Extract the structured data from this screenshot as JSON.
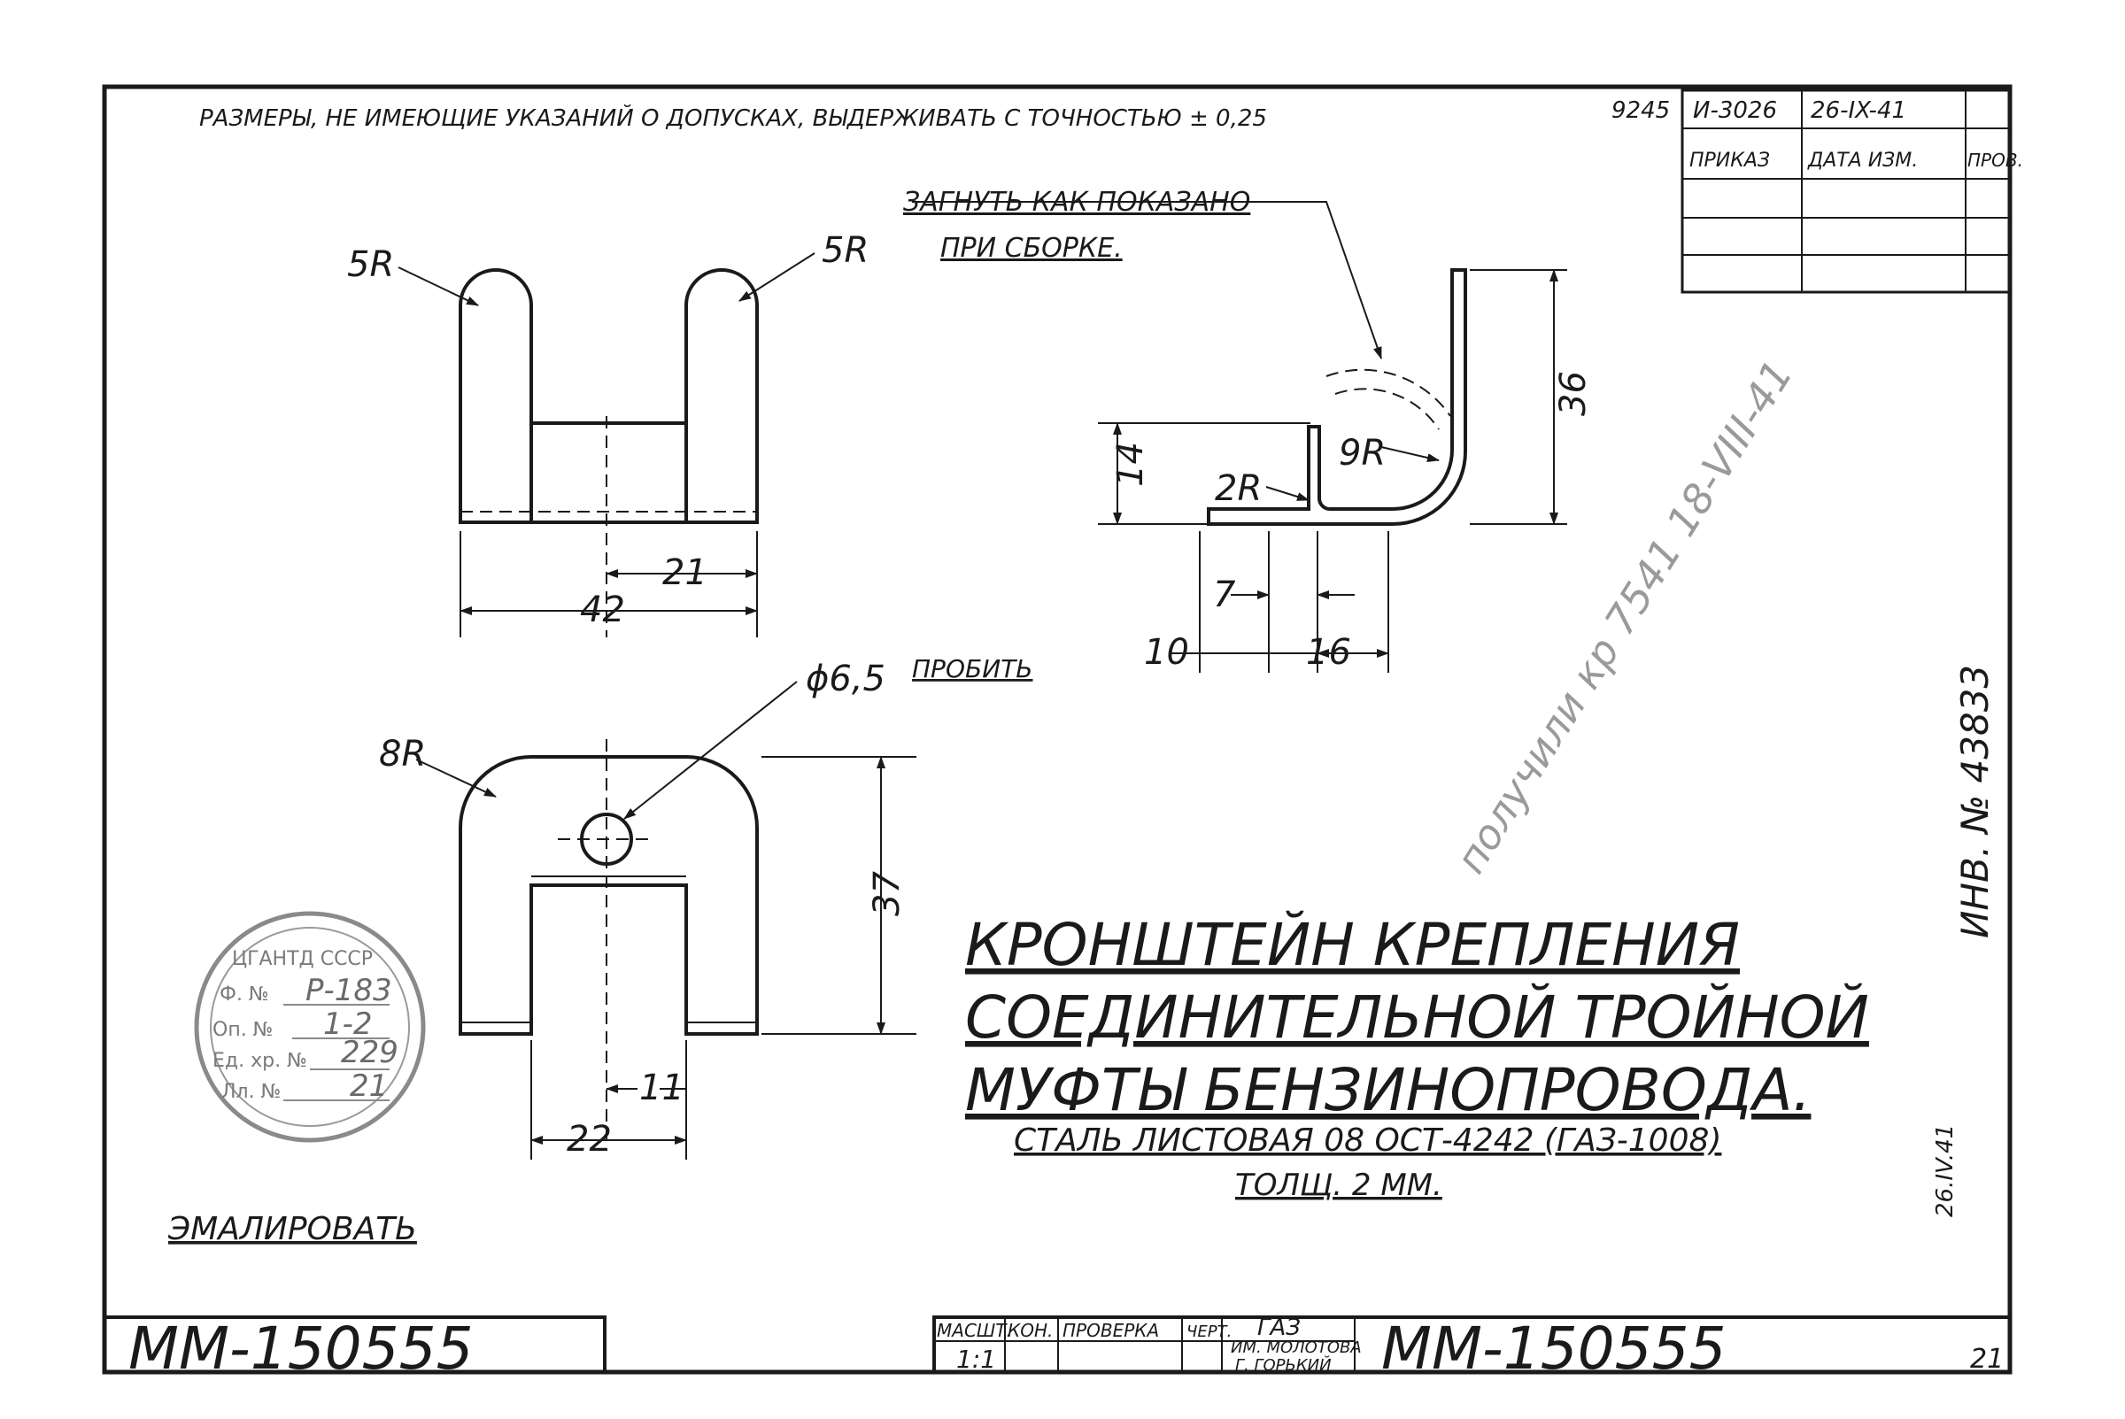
{
  "note_tolerance": "РАЗМЕРЫ, НЕ ИМЕЮЩИЕ УКАЗАНИЙ О ДОПУСКАХ, ВЫДЕРЖИВАТЬ С ТОЧНОСТЬЮ ± 0,25",
  "changes_table": {
    "number": "9245",
    "order": "И-3026",
    "date": "26-IX-41",
    "headers": [
      "ПРИКАЗ",
      "ДАТА ИЗМ.",
      "ПРОВ."
    ]
  },
  "bend_note_line1": "ЗАГНУТЬ КАК ПОКАЗАНО",
  "bend_note_line2": "ПРИ СБОРКЕ.",
  "dims": {
    "radius_left": "5R",
    "radius_right": "5R",
    "width_total": "42",
    "width_half": "21",
    "height_36": "36",
    "height_14": "14",
    "radius_9": "9R",
    "radius_2": "2R",
    "dim_7": "7",
    "dim_10": "10",
    "dim_16": "16",
    "hole": "ϕ6,5",
    "hole_note": "ПРОБИТЬ",
    "radius_8": "8R",
    "height_37": "37",
    "dim_11": "11",
    "dim_22": "22"
  },
  "title": {
    "line1": "КРОНШТЕЙН КРЕПЛЕНИЯ",
    "line2": "СОЕДИНИТЕЛЬНОЙ ТРОЙНОЙ",
    "line3": "МУФТЫ БЕНЗИНОПРОВОДА.",
    "material": "СТАЛЬ ЛИСТОВАЯ 08 ОСТ-4242 (ГАЗ-1008)",
    "thickness": "ТОЛЩ. 2 ММ."
  },
  "enamel_note": "ЭМАЛИРОВАТЬ",
  "inventory": "ИНВ. № 43833",
  "side_date": "26.IV.41",
  "pencil_note": "получили кр 7541 18-VIII-41",
  "stamp": {
    "org": "ЦГАНТД СССР",
    "fond_label": "Ф. №",
    "fond_value": "Р-183",
    "op_label": "Оп. №",
    "op_value": "1-2",
    "item_label": "Ед. хр. №",
    "item_value": "229",
    "sheet_label": "Лл. №",
    "sheet_value": "21"
  },
  "title_block": {
    "headers": [
      "МАСШТ.",
      "КОН.",
      "ПРОВЕРКА",
      "ЧЕРТ."
    ],
    "scale": "1:1",
    "org_line1": "ГАЗ",
    "org_line2": "ИМ. МОЛОТОВА",
    "org_line3": "Г. ГОРЬКИЙ",
    "doc_number": "ММ-150555",
    "doc_number_left": "ММ-150555",
    "sheet_no": "21"
  }
}
